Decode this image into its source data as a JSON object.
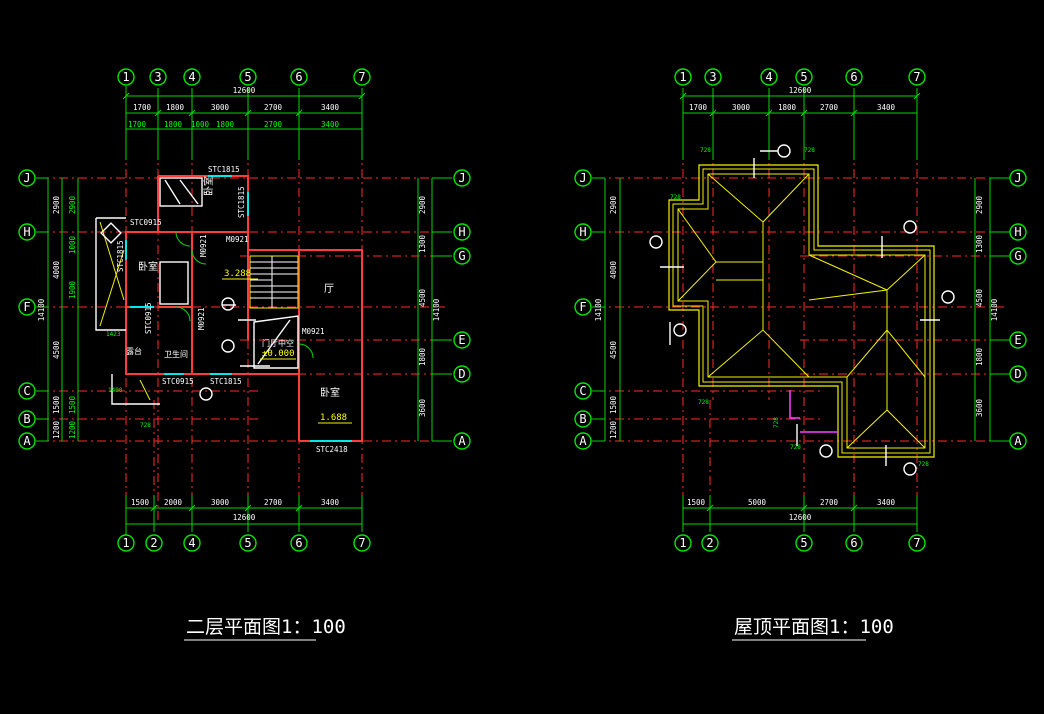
{
  "drawings": [
    {
      "title": "二层平面图1：100",
      "col_axes": [
        "1",
        "3",
        "4",
        "5",
        "6",
        "7"
      ],
      "col_axes_bottom": [
        "1",
        "2",
        "4",
        "5",
        "6",
        "7"
      ],
      "row_axes": [
        "J",
        "H",
        "G",
        "F",
        "E",
        "D",
        "C",
        "B",
        "A"
      ],
      "total_top": "12600",
      "total_bottom": "12600",
      "top_dims": [
        "1700",
        "1800",
        "3000",
        "2700",
        "3400"
      ],
      "top_dims_2": [
        "1700",
        "1800",
        "1000",
        "1800",
        "2700",
        "3400"
      ],
      "bottom_dims": [
        "1500",
        "2000",
        "3000",
        "2700",
        "3400"
      ],
      "left_dims_outer": [
        "14100"
      ],
      "left_dims_mid": [
        "2900",
        "4000",
        "4500",
        "1500",
        "1200"
      ],
      "left_dims_inner": [
        "2900",
        "1000",
        "1900",
        "1500",
        "1200"
      ],
      "right_dims_outer": [
        "14100"
      ],
      "right_dims_mid": [
        "2900",
        "1300",
        "4500",
        "1800",
        "3600"
      ],
      "rooms": {
        "bedroom1": "卧室",
        "bedroom2": "卧室",
        "bedroom3": "卧室",
        "hall": "厅",
        "bathroom": "卫生间",
        "balcony": "露台",
        "gate_hall": "门厅中空"
      },
      "labels": {
        "w1": "STC1815",
        "w2": "STC1815",
        "w3": "STC0915",
        "w4": "STC1815",
        "w5": "STC0915",
        "w6": "STC0915",
        "w7": "STC1815",
        "w8": "STC2418",
        "d1": "M0921",
        "d2": "M0921",
        "d3": "M0921",
        "d4": "M0921",
        "n1": "1423",
        "n2": "1400",
        "n3": "728"
      },
      "levels": {
        "stair": "3.288",
        "gate": "±0.000",
        "bedroom": "1.688"
      }
    },
    {
      "title": "屋顶平面图1：100",
      "col_axes": [
        "1",
        "3",
        "4",
        "5",
        "6",
        "7"
      ],
      "col_axes_bottom": [
        "1",
        "2",
        "5",
        "6",
        "7"
      ],
      "row_axes": [
        "J",
        "H",
        "G",
        "F",
        "E",
        "D",
        "C",
        "B",
        "A"
      ],
      "total_top": "12600",
      "total_bottom": "12600",
      "top_dims": [
        "1700",
        "3000",
        "1800",
        "2700",
        "3400"
      ],
      "bottom_dims": [
        "1500",
        "5000",
        "2700",
        "3400"
      ],
      "left_dims_outer": [
        "14100"
      ],
      "left_dims_mid": [
        "2900",
        "4000",
        "4500",
        "1500",
        "1200"
      ],
      "right_dims_outer": [
        "14100"
      ],
      "right_dims_mid": [
        "2900",
        "1300",
        "4500",
        "1800",
        "3600"
      ],
      "tags": [
        "728",
        "728",
        "728",
        "728",
        "728",
        "728",
        "728",
        "728",
        "728",
        "728"
      ]
    }
  ]
}
